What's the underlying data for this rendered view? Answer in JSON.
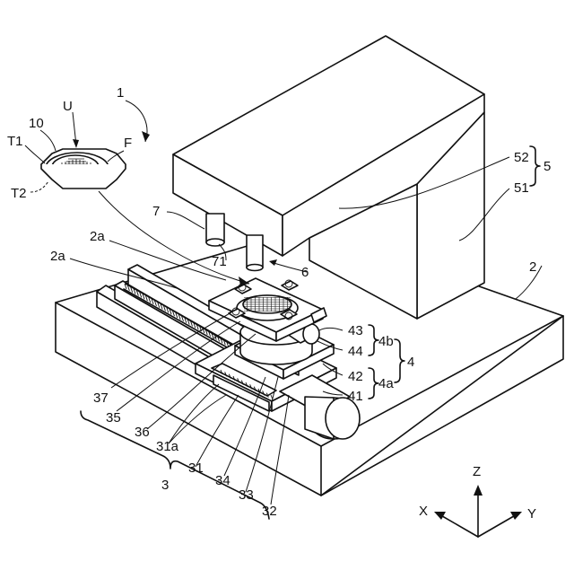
{
  "labels": {
    "n1": "1",
    "U": "U",
    "n10": "10",
    "T1": "T1",
    "F": "F",
    "T2": "T2",
    "n52": "52",
    "n5": "5",
    "n51": "51",
    "n7": "7",
    "n71": "71",
    "n2a_top": "2a",
    "n2a_left": "2a",
    "n6": "6",
    "n2": "2",
    "n43": "43",
    "n4b": "4b",
    "n44": "44",
    "n4": "4",
    "n42": "42",
    "n4a": "4a",
    "n41": "41",
    "n37": "37",
    "n35": "35",
    "n36": "36",
    "n31a": "31a",
    "n31": "31",
    "n34": "34",
    "n33": "33",
    "n32": "32",
    "n3": "3"
  },
  "axes": {
    "z": "Z",
    "x": "X",
    "y": "Y"
  }
}
